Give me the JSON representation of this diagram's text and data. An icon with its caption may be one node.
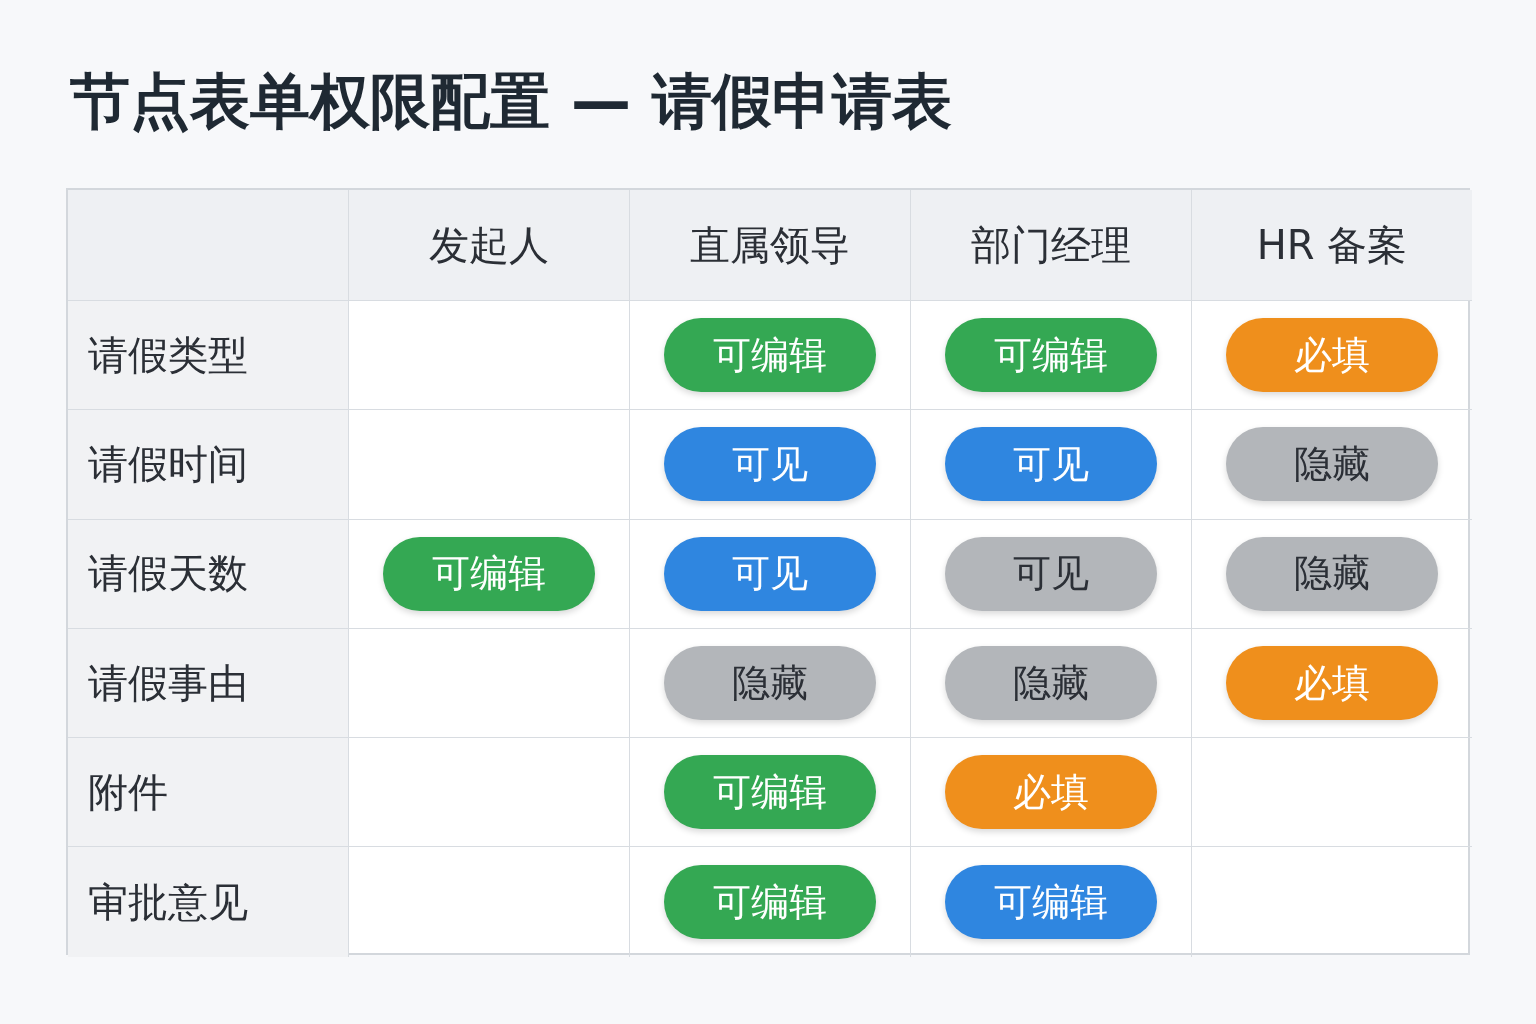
{
  "diagram": {
    "title": "节点表单权限配置 — 请假申请表",
    "labels": [
      "发起人",
      "直属领导",
      "部门经理",
      "HR 备案",
      "请假类型",
      "请假时间",
      "请假天数",
      "请假事由",
      "附件",
      "审批意见"
    ],
    "nodes": [
      {
        "text": [
          "可编辑"
        ]
      },
      {
        "text": [
          "可编辑"
        ]
      },
      {
        "text": [
          "必填"
        ]
      },
      {
        "text": [
          "可见"
        ]
      },
      {
        "text": [
          "可见"
        ]
      },
      {
        "text": [
          "隐藏"
        ]
      },
      {
        "text": [
          "可编辑"
        ]
      },
      {
        "text": [
          "可见"
        ]
      },
      {
        "text": [
          "可见"
        ]
      },
      {
        "text": [
          "隐藏"
        ]
      },
      {
        "text": [
          "隐藏"
        ]
      },
      {
        "text": [
          "隐藏"
        ]
      },
      {
        "text": [
          "必填"
        ]
      },
      {
        "text": [
          "可编辑"
        ]
      },
      {
        "text": [
          "必填"
        ]
      },
      {
        "text": [
          "可编辑"
        ]
      },
      {
        "text": [
          "可编辑"
        ]
      }
    ]
  }
}
